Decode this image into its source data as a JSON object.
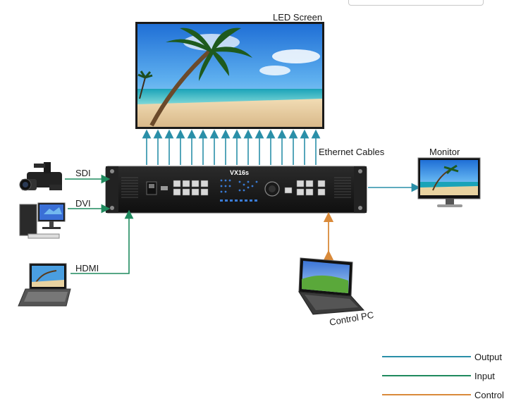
{
  "labels": {
    "led_screen": "LED Screen",
    "ethernet_cables": "Ethernet Cables",
    "monitor": "Monitor",
    "sdi": "SDI",
    "dvi": "DVI",
    "hdmi": "HDMI",
    "control_pc": "Control PC",
    "device_model": "VX16s"
  },
  "legend": [
    {
      "label": "Output",
      "color": "#2a8fa8"
    },
    {
      "label": "Input",
      "color": "#1f8a5e"
    },
    {
      "label": "Control",
      "color": "#d98a3a"
    }
  ],
  "colors": {
    "output": "#2a8fa8",
    "input": "#1f8a5e",
    "control": "#d98a3a"
  },
  "icons": [
    "led-screen-image",
    "video-camera-icon",
    "desktop-pc-icon",
    "laptop-icon",
    "monitor-icon",
    "control-pc-laptop-icon",
    "video-controller-device"
  ]
}
